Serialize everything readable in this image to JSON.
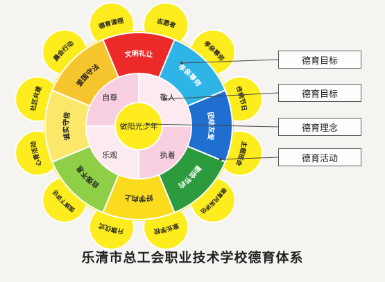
{
  "center": {
    "label": "做阳光少年",
    "color": "#ffec1f"
  },
  "inner_ring": [
    {
      "label": "自尊",
      "color": "#f7cfe0"
    },
    {
      "label": "敬人",
      "color": "#fbeaf0"
    },
    {
      "label": "执着",
      "color": "#f7cfe0"
    },
    {
      "label": "乐观",
      "color": "#fbeaf0"
    }
  ],
  "middle_ring": [
    {
      "label": "文明礼让",
      "color": "#ec2a2a"
    },
    {
      "label": "孝亲尊师",
      "color": "#2fb4e8"
    },
    {
      "label": "团结友爱",
      "color": "#1f6fd1"
    },
    {
      "label": "勤俭节约",
      "color": "#2c9b3e"
    },
    {
      "label": "好学向上",
      "color": "#fadb1e"
    },
    {
      "label": "自强不息",
      "color": "#8fcf47"
    },
    {
      "label": "诚实守信",
      "color": "#fbe86a"
    },
    {
      "label": "爱国守法",
      "color": "#f6c42c"
    }
  ],
  "outer_petals": [
    "德育课程",
    "志愿者",
    "孝亲尊师",
    "传统节日",
    "主题班会",
    "德育风采评估",
    "家长学校",
    "升旗仪式",
    "国旗下讲话",
    "心育活动",
    "社区共建",
    "晨会行动"
  ],
  "legend": [
    "德育目标",
    "德育目标",
    "德育理念",
    "德育活动"
  ],
  "title": "乐清市总工会职业技术学校德育体系",
  "colors": {
    "petal": "#fdec1e",
    "ring_border": "#ffffff",
    "line": "#444444"
  }
}
